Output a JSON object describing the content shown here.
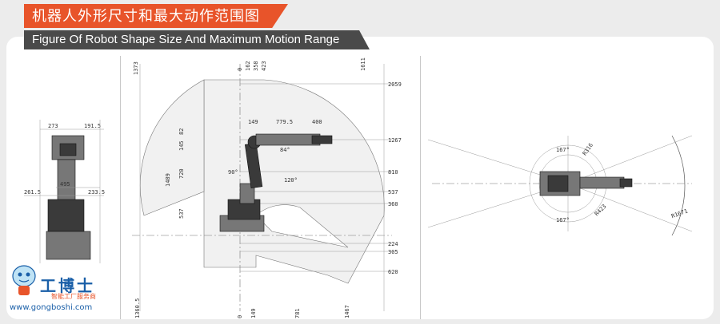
{
  "header": {
    "title_cn": "机器人外形尺寸和最大动作范围图",
    "title_en": "Figure Of Robot Shape Size And Maximum Motion Range"
  },
  "side_view": {
    "dims": [
      "273",
      "191.5",
      "495",
      "261.5",
      "233.5"
    ]
  },
  "front_view": {
    "top_dims": [
      "1373",
      "0",
      "162",
      "358",
      "423",
      "1611"
    ],
    "right_dims": [
      "2059",
      "1267",
      "810",
      "537",
      "360",
      "224",
      "305",
      "620"
    ],
    "bottom_dims": [
      "1360.5",
      "0",
      "149",
      "781",
      "1467"
    ],
    "inner_dims": [
      "149",
      "779.5",
      "400",
      "82",
      "145",
      "1489",
      "720",
      "537",
      "90°",
      "84°",
      "120°"
    ]
  },
  "top_view": {
    "dims": [
      "167°",
      "167°",
      "R316",
      "R423",
      "R1671"
    ]
  },
  "brand": {
    "name": "工博士",
    "sub": "智能工厂服务商",
    "url": "www.gongboshi.com"
  }
}
